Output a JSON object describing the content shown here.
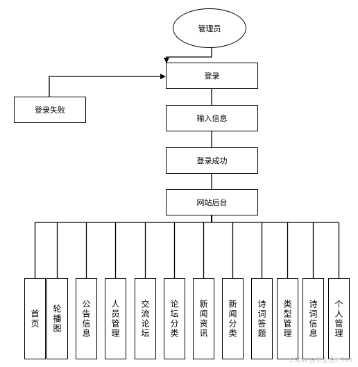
{
  "flow": {
    "actor": "管理员",
    "login": "登录",
    "login_fail": "登录失败",
    "input_info": "输入信息",
    "login_success": "登录成功",
    "backend": "网站后台"
  },
  "modules": [
    "首页",
    "轮播图",
    "公告信息",
    "人员管理",
    "交流论坛",
    "论坛分类",
    "新闻资讯",
    "新闻分类",
    "诗词答题",
    "类型管理",
    "诗词信息",
    "个人管理"
  ],
  "watermark": "CSDN @毕业设计703"
}
